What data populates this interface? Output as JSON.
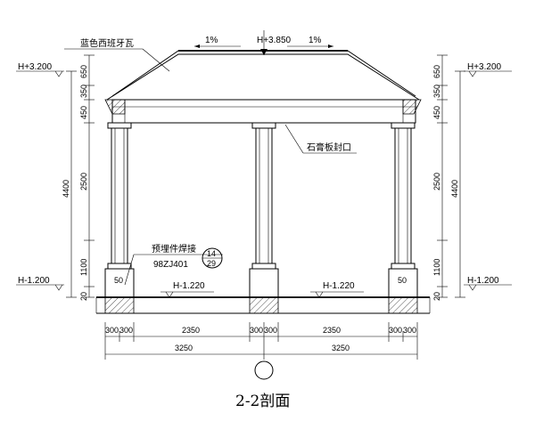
{
  "title": "2-2剖面",
  "labels": {
    "roof_tile": "蓝色西班牙瓦",
    "gypsum_board": "石膏板封口",
    "embedded_weld": "预埋件焊接",
    "std_code": "98ZJ401",
    "detail_top": "14",
    "detail_bottom": "29"
  },
  "elevations": {
    "ridge": "H+3.850",
    "left_top": "H+3.200",
    "right_top": "H+3.200",
    "left_bottom": "H-1.200",
    "right_bottom": "H-1.200",
    "floor_left": "H-1.220",
    "floor_right": "H-1.220"
  },
  "slopes": {
    "left": "1%",
    "right": "1%"
  },
  "dims_vertical": [
    "650",
    "350",
    "450",
    "2500",
    "1100",
    "20"
  ],
  "dims_vertical_total": "4400",
  "base_dim": "50",
  "dims_horizontal": [
    "300",
    "300",
    "2350",
    "300",
    "300",
    "2350",
    "300",
    "300"
  ],
  "dims_horizontal_total": [
    "3250",
    "3250"
  ]
}
